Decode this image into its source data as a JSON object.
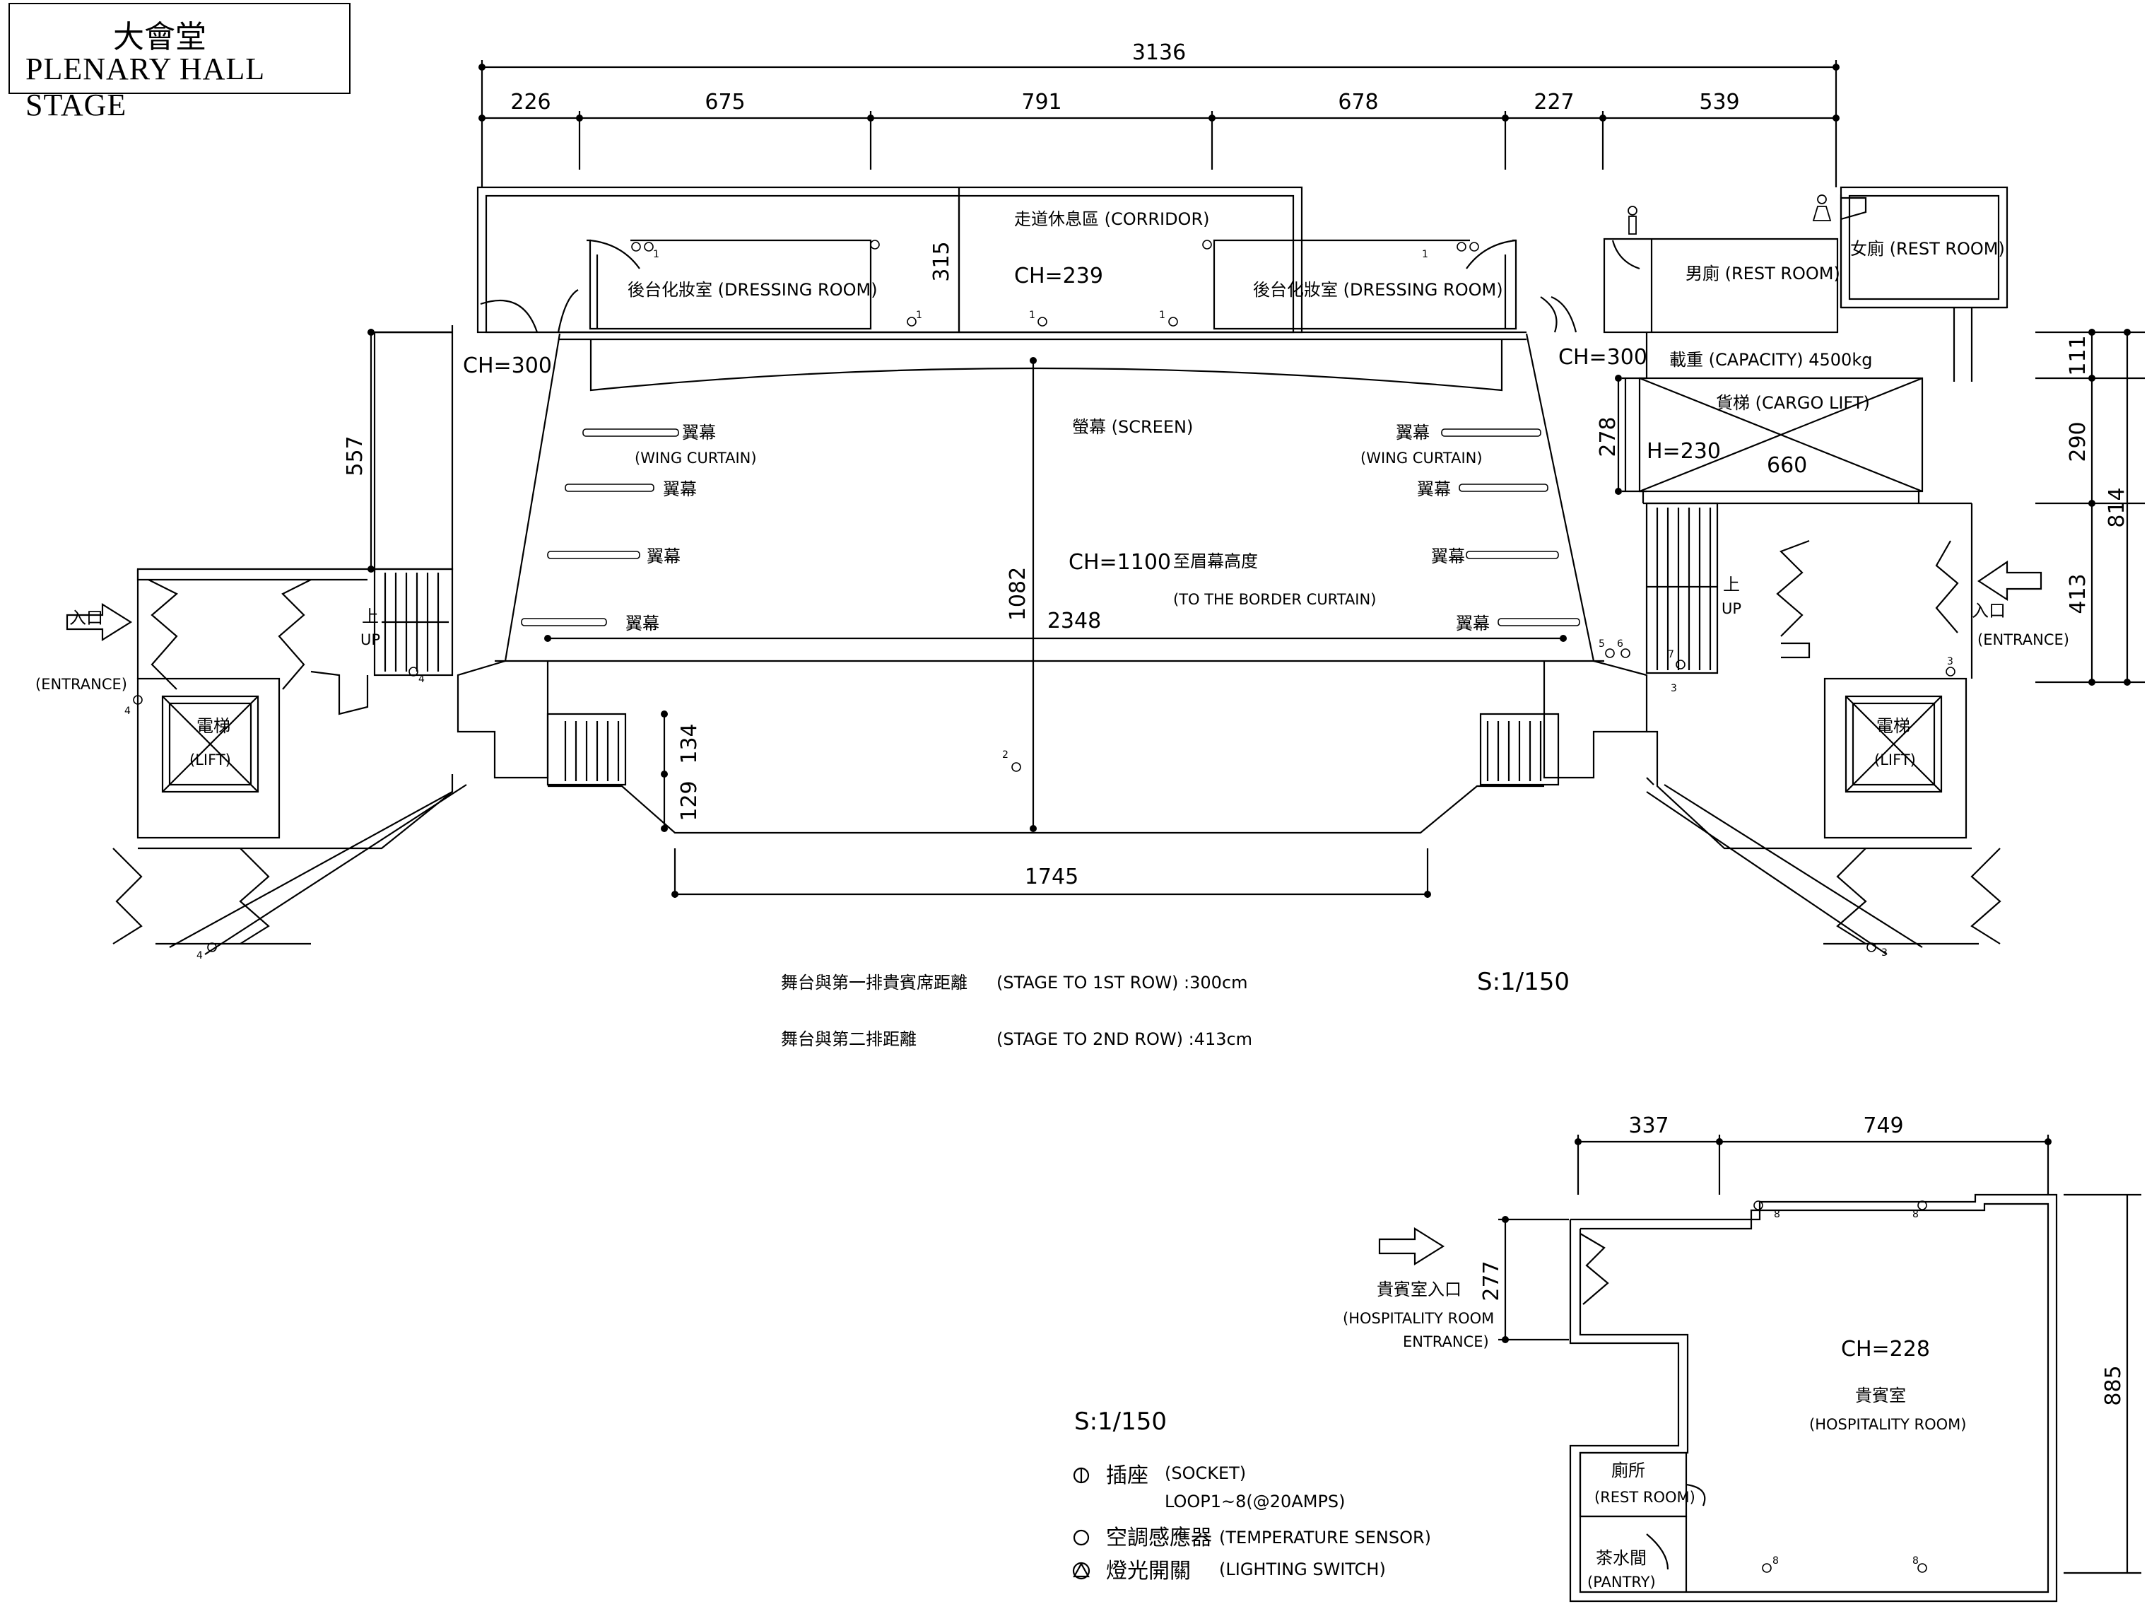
{
  "title": {
    "zh": "大會堂",
    "en": "PLENARY HALL STAGE"
  },
  "dims_top": {
    "total": "3136",
    "segments": [
      "226",
      "675",
      "791",
      "678",
      "227",
      "539"
    ]
  },
  "dims_side": {
    "left_557": "557",
    "corridor_315": "315",
    "lift_278": "278",
    "right_111": "111",
    "right_290": "290",
    "right_814": "814",
    "right_413": "413",
    "stage_1082": "1082",
    "stage_2348": "2348",
    "front_134": "134",
    "front_129": "129",
    "front_1745": "1745"
  },
  "rooms": {
    "corridor": "走道休息區 (CORRIDOR)",
    "corridor_ch": "CH=239",
    "dressing_left": "後台化妝室 (DRESSING ROOM)",
    "dressing_right": "後台化妝室 (DRESSING ROOM)",
    "mens_room": "男廁 (REST ROOM)",
    "womens_room": "女廁 (REST ROOM)",
    "ch_left": "CH=300",
    "ch_right": "CH=300",
    "cargo_capacity": "載重 (CAPACITY) 4500kg",
    "cargo_lift": "貨梯 (CARGO LIFT)",
    "cargo_h": "H=230",
    "cargo_660": "660",
    "screen": "螢幕 (SCREEN)",
    "wing_zh": "翼幕",
    "wing_en": "(WING CURTAIN)",
    "stage_ch": "CH=1100",
    "border_zh": "至眉幕高度",
    "border_en": "(TO THE BORDER CURTAIN)",
    "up_zh": "上",
    "up_en": "UP",
    "entrance_zh": "入口",
    "entrance_en": "(ENTRANCE)",
    "lift_zh": "電梯",
    "lift_en": "(LIFT)"
  },
  "notes": {
    "row1_zh": "舞台與第一排貴賓席距離",
    "row1_en": "(STAGE TO 1ST ROW) :300cm",
    "row2_zh": "舞台與第二排距離",
    "row2_en": "(STAGE TO 2ND ROW) :413cm",
    "scale_main": "S:1/150"
  },
  "hospitality": {
    "dims_337": "337",
    "dims_749": "749",
    "dims_277": "277",
    "dims_885": "885",
    "entrance_zh": "貴賓室入口",
    "entrance_en1": "(HOSPITALITY ROOM",
    "entrance_en2": "ENTRANCE)",
    "ch": "CH=228",
    "room_zh": "貴賓室",
    "room_en": "(HOSPITALITY ROOM)",
    "rest_zh": "廁所",
    "rest_en": "(REST ROOM)",
    "pantry_zh": "茶水間",
    "pantry_en": "(PANTRY)"
  },
  "legend": {
    "scale": "S:1/150",
    "socket_zh": "插座",
    "socket_en": "(SOCKET)",
    "socket_loop": "LOOP1~8(@20AMPS)",
    "temp_zh": "空調感應器",
    "temp_en": "(TEMPERATURE SENSOR)",
    "light_zh": "燈光開關",
    "light_en": "(LIGHTING SWITCH)"
  },
  "socket_numbers": [
    "1",
    "2",
    "3",
    "4",
    "5",
    "6",
    "7",
    "8"
  ]
}
